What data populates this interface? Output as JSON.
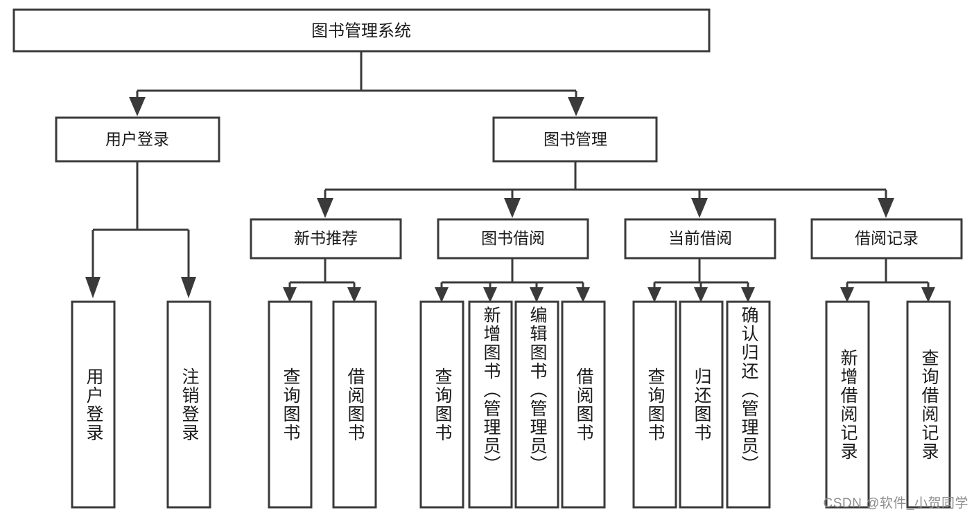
{
  "diagram": {
    "type": "tree-hierarchy",
    "title": "图书管理系统",
    "root": {
      "id": "root",
      "label": "图书管理系统",
      "orientation": "horizontal"
    },
    "level1": [
      {
        "id": "user-login",
        "label": "用户登录",
        "orientation": "horizontal"
      },
      {
        "id": "book-manage",
        "label": "图书管理",
        "orientation": "horizontal"
      }
    ],
    "level2": [
      {
        "id": "new-book-rec",
        "label": "新书推荐",
        "parent": "book-manage",
        "orientation": "horizontal"
      },
      {
        "id": "book-borrow",
        "label": "图书借阅",
        "parent": "book-manage",
        "orientation": "horizontal"
      },
      {
        "id": "current-borrow",
        "label": "当前借阅",
        "parent": "book-manage",
        "orientation": "horizontal"
      },
      {
        "id": "borrow-record",
        "label": "借阅记录",
        "parent": "book-manage",
        "orientation": "horizontal"
      }
    ],
    "leaves": [
      {
        "id": "leaf-user-login",
        "label": "用户登录",
        "parent": "user-login",
        "orientation": "vertical"
      },
      {
        "id": "leaf-user-logout",
        "label": "注销登录",
        "parent": "user-login",
        "orientation": "vertical"
      },
      {
        "id": "leaf-query-book-1",
        "label": "查询图书",
        "parent": "new-book-rec",
        "orientation": "vertical"
      },
      {
        "id": "leaf-borrow-book-1",
        "label": "借阅图书",
        "parent": "new-book-rec",
        "orientation": "vertical"
      },
      {
        "id": "leaf-query-book-2",
        "label": "查询图书",
        "parent": "book-borrow",
        "orientation": "vertical"
      },
      {
        "id": "leaf-add-book",
        "label": "新增图书（管理员）",
        "parent": "book-borrow",
        "orientation": "vertical"
      },
      {
        "id": "leaf-edit-book",
        "label": "编辑图书（管理员）",
        "parent": "book-borrow",
        "orientation": "vertical"
      },
      {
        "id": "leaf-borrow-book-2",
        "label": "借阅图书",
        "parent": "book-borrow",
        "orientation": "vertical"
      },
      {
        "id": "leaf-query-book-3",
        "label": "查询图书",
        "parent": "current-borrow",
        "orientation": "vertical"
      },
      {
        "id": "leaf-return-book",
        "label": "归还图书",
        "parent": "current-borrow",
        "orientation": "vertical"
      },
      {
        "id": "leaf-confirm-return",
        "label": "确认归还（管理员）",
        "parent": "current-borrow",
        "orientation": "vertical"
      },
      {
        "id": "leaf-add-record",
        "label": "新增借阅记录",
        "parent": "borrow-record",
        "orientation": "vertical"
      },
      {
        "id": "leaf-query-record",
        "label": "查询借阅记录",
        "parent": "borrow-record",
        "orientation": "vertical"
      }
    ],
    "colors": {
      "stroke": "#3a3a3a",
      "fill": "#ffffff",
      "text": "#1a1a1a",
      "watermark": "#8d8d8d"
    }
  },
  "watermark": {
    "text": "CSDN @软件_小贺同学"
  }
}
